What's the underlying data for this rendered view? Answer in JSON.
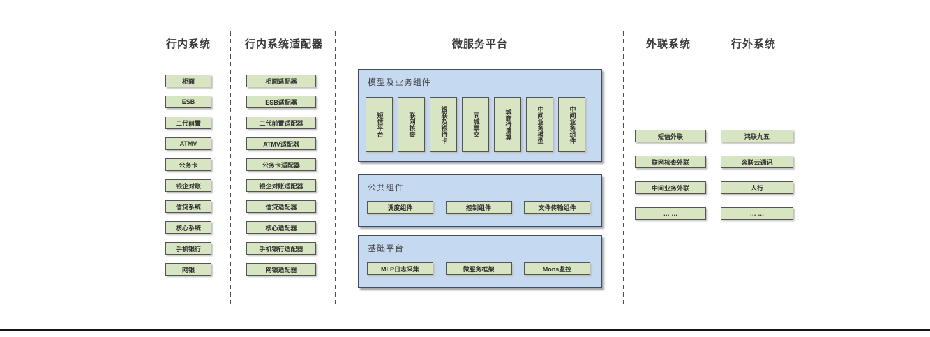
{
  "colors": {
    "green_fill": "#d8e5c2",
    "green_border": "#545454",
    "blue_fill": "#c5d9f0",
    "blue_border": "#3e4d63",
    "text": "#2f2f2f",
    "line": "#4d4d4d"
  },
  "columns": {
    "inbank": {
      "title": "行内系统",
      "items": [
        "柜面",
        "ESB",
        "二代前置",
        "ATMV",
        "公务卡",
        "银企对账",
        "信贷系统",
        "核心系统",
        "手机银行",
        "网银"
      ]
    },
    "adapters": {
      "title": "行内系统适配器",
      "items": [
        "柜面适配器",
        "ESB适配器",
        "二代前置适配器",
        "ATMV适配器",
        "公务卡适配器",
        "银企对账适配器",
        "信贷适配器",
        "核心适配器",
        "手机银行适配器",
        "网银适配器"
      ]
    },
    "platform": {
      "title": "微服务平台",
      "sections": [
        {
          "label": "模型及业务组件",
          "items": [
            "短信平台",
            "联网核查",
            "银联及银行卡",
            "同城票交",
            "城商行清算",
            "中间业务模型",
            "中间业务组件"
          ]
        },
        {
          "label": "公共组件",
          "items": [
            "调度组件",
            "控制组件",
            "文件传输组件"
          ]
        },
        {
          "label": "基础平台",
          "items": [
            "MLP日志采集",
            "微服务框架",
            "Mons监控"
          ]
        }
      ]
    },
    "outlink": {
      "title": "外联系统",
      "items": [
        "短信外联",
        "联网核查外联",
        "中间业务外联",
        "… …"
      ]
    },
    "external": {
      "title": "行外系统",
      "items": [
        "鸿联九五",
        "容联云通讯",
        "人行",
        "… …"
      ]
    }
  }
}
